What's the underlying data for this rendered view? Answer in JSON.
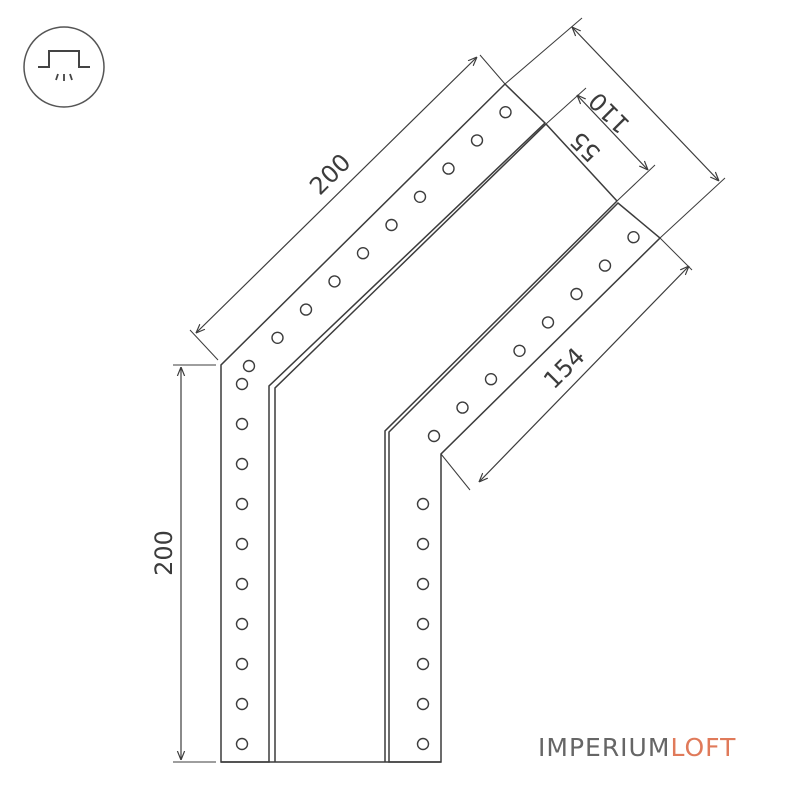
{
  "dimensions": {
    "top_length": "200",
    "left_height": "200",
    "total_width": "110",
    "channel_width": "55",
    "inner_length": "154"
  },
  "brand": {
    "part1": "IMPERIUM",
    "part2": "LOFT"
  },
  "icons": {
    "mounting": "ceiling-surface-mount-icon"
  },
  "colors": {
    "line": "#3c3c3c",
    "brand_main": "#666666",
    "brand_accent": "#e07a5a"
  }
}
